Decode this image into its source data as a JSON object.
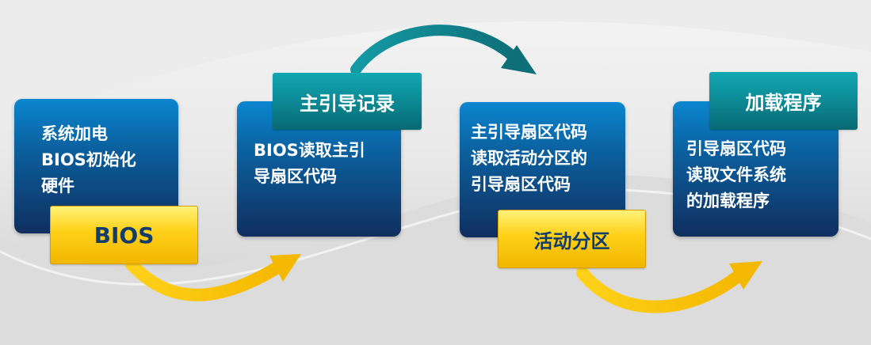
{
  "colors": {
    "card_top": "#0b86cf",
    "card_bottom": "#102f5f",
    "yellow": "#ffd11a",
    "teal": "#0c8d98",
    "yellow_arrow": "#f5b800",
    "teal_arrow": "#0e7a84"
  },
  "steps": [
    {
      "text": "系统加电\nBIOS初始化\n硬件",
      "tag": "BIOS"
    },
    {
      "text": "BIOS读取主引\n导扇区代码",
      "tag": "主引导记录"
    },
    {
      "text": "主引导扇区代码\n读取活动分区的\n引导扇区代码",
      "tag": "活动分区"
    },
    {
      "text": "引导扇区代码\n读取文件系统\n的加载程序",
      "tag": "加载程序"
    }
  ]
}
